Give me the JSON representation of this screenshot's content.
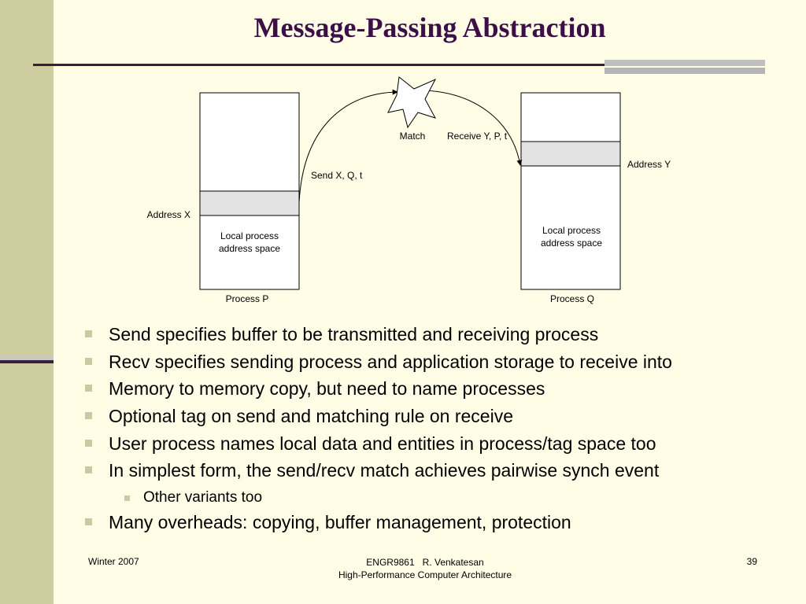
{
  "title": "Message-Passing Abstraction",
  "diagram": {
    "process_p": {
      "label": "Process P",
      "address_label": "Address X",
      "space_label_1": "Local process",
      "space_label_2": "address space"
    },
    "process_q": {
      "label": "Process Q",
      "address_label": "Address Y",
      "space_label_1": "Local process",
      "space_label_2": "address space"
    },
    "send_label": "Send X, Q, t",
    "receive_label": "Receive Y, P, t",
    "match_label": "Match"
  },
  "bullets": [
    "Send specifies buffer to be transmitted and receiving process",
    "Recv specifies sending process and application storage to receive into",
    "Memory to memory copy, but need to name processes",
    "Optional tag on send and matching rule on receive",
    "User process names local data and entities in process/tag space too",
    "In simplest form, the send/recv match achieves pairwise synch event"
  ],
  "sub_bullet": "Other variants too",
  "last_bullet": "Many overheads: copying, buffer management, protection",
  "footer": {
    "left": "Winter 2007",
    "center_line1": "ENGR9861   R. Venkatesan",
    "center_line2": "High-Performance Computer Architecture",
    "right": "39"
  }
}
